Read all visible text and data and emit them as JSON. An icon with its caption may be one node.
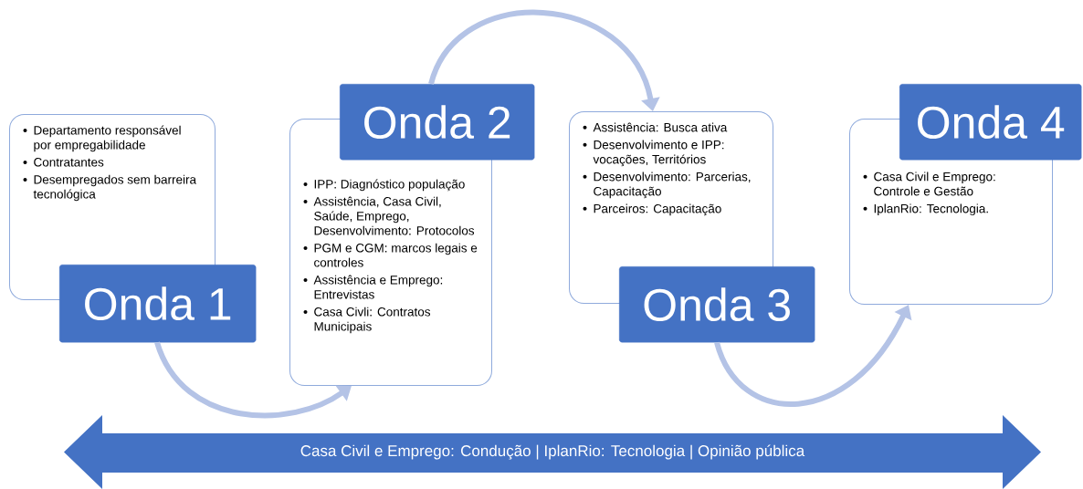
{
  "diagram": {
    "nodes": [
      {
        "text": [
          "Departamento responsável por empregabilidade",
          "Contratantes",
          "Desempregados sem barreira tecnológica"
        ]
      },
      {
        "text": [
          "Onda 1"
        ]
      },
      {
        "text": [
          "Onda 2"
        ]
      },
      {
        "text": [
          "IPP: Diagnóstico população",
          "Assistência, Casa Civil, Saúde, Emprego, Desenvolvimento: Protocolos",
          "PGM e CGM: marcos legais e controles",
          "Assistência e Emprego: Entrevistas",
          "Casa Civli: Contratos Municipais"
        ]
      },
      {
        "text": [
          "Assistência: Busca ativa",
          "Desenvolvimento e IPP: vocações, Territórios",
          "Desenvolvimento: Parcerias, Capacitação",
          "Parceiros: Capacitação"
        ]
      },
      {
        "text": [
          "Onda 3"
        ]
      },
      {
        "text": [
          "Onda 4"
        ]
      },
      {
        "text": [
          "Casa Civil e Emprego: Controle e Gestão",
          "IplanRio: Tecnologia."
        ]
      },
      {
        "text": [
          "Casa Civil e Emprego: Condução | IplanRio: Tecnologia | Opinião pública"
        ]
      }
    ],
    "edges": [
      {
        "from": 1,
        "to": 3,
        "arrow": "to"
      },
      {
        "from": 2,
        "to": 4,
        "arrow": "to"
      },
      {
        "from": 5,
        "to": 7,
        "arrow": "to"
      }
    ]
  }
}
